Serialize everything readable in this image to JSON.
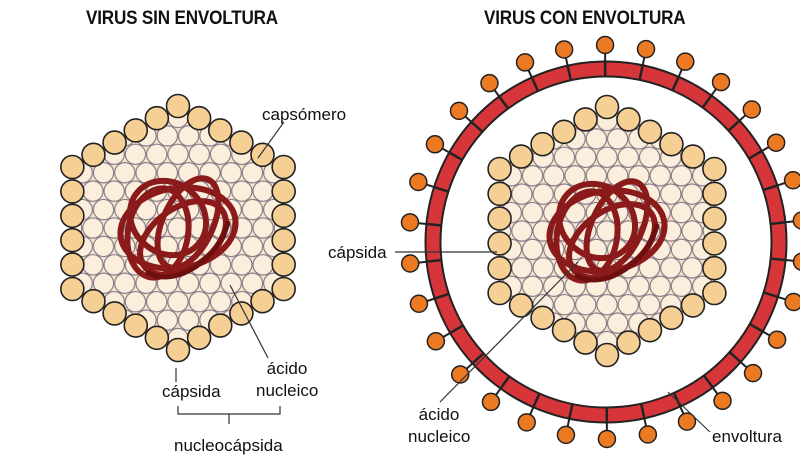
{
  "titles": {
    "left": "VIRUS SIN ENVOLTURA",
    "right": "VIRUS CON ENVOLTURA"
  },
  "left_labels": {
    "capsomer": "capsómero",
    "capsid": "cápsida",
    "nucleic_acid_1": "ácido",
    "nucleic_acid_2": "nucleico",
    "nucleocapsid": "nucleocápsida"
  },
  "right_labels": {
    "capsid": "cápsida",
    "nucleic_acid_1": "ácido",
    "nucleic_acid_2": "nucleico",
    "envelope": "envoltura"
  },
  "colors": {
    "capsomer": "#f6cf94",
    "capsid_fill": "#f8e6cf",
    "grid": "#8a7f8a",
    "nucleic_acid": "#8b1a1a",
    "envelope": "#d6363a",
    "spike": "#ec7a22"
  }
}
